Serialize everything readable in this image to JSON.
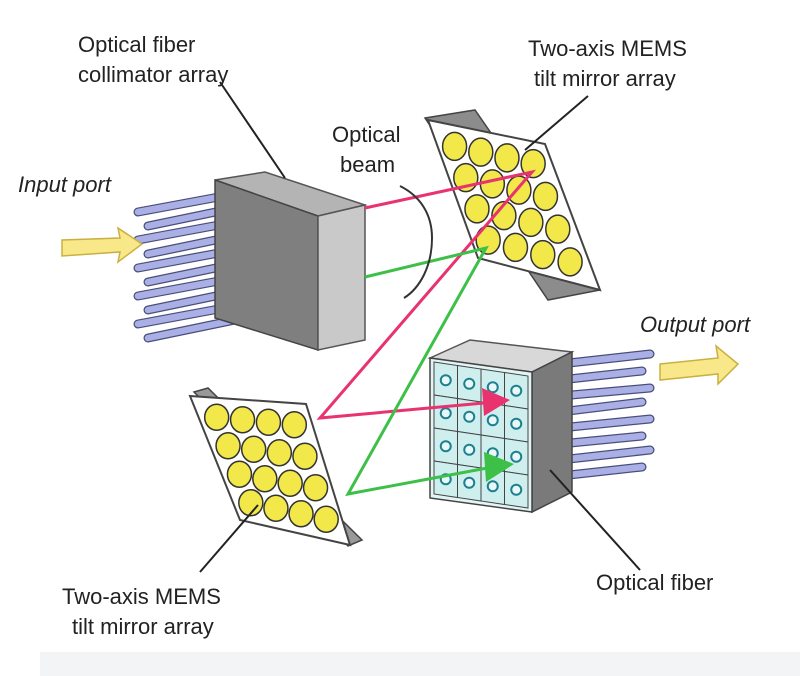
{
  "labels": {
    "collimator_line1": "Optical fiber",
    "collimator_line2": "collimator array",
    "mems_top_line1": "Two-axis MEMS",
    "mems_top_line2": "tilt mirror array",
    "optical_beam_line1": "Optical",
    "optical_beam_line2": "beam",
    "input_port": "Input port",
    "output_port": "Output port",
    "mems_bottom_line1": "Two-axis MEMS",
    "mems_bottom_line2": "tilt mirror array",
    "optical_fiber": "Optical fiber"
  },
  "colors": {
    "fiber": "#aab0e6",
    "block_front": "#8a8a8a",
    "block_face": "#c8c8c8",
    "mirror": "#f2e84a",
    "mirror_frame": "#a0a0a0",
    "output_cell": "#cfeeee",
    "output_dot": "#1d7f8f",
    "beam_magenta": "#e8336f",
    "beam_green": "#3cc048",
    "arrow_yellow": "#f8e88a"
  }
}
